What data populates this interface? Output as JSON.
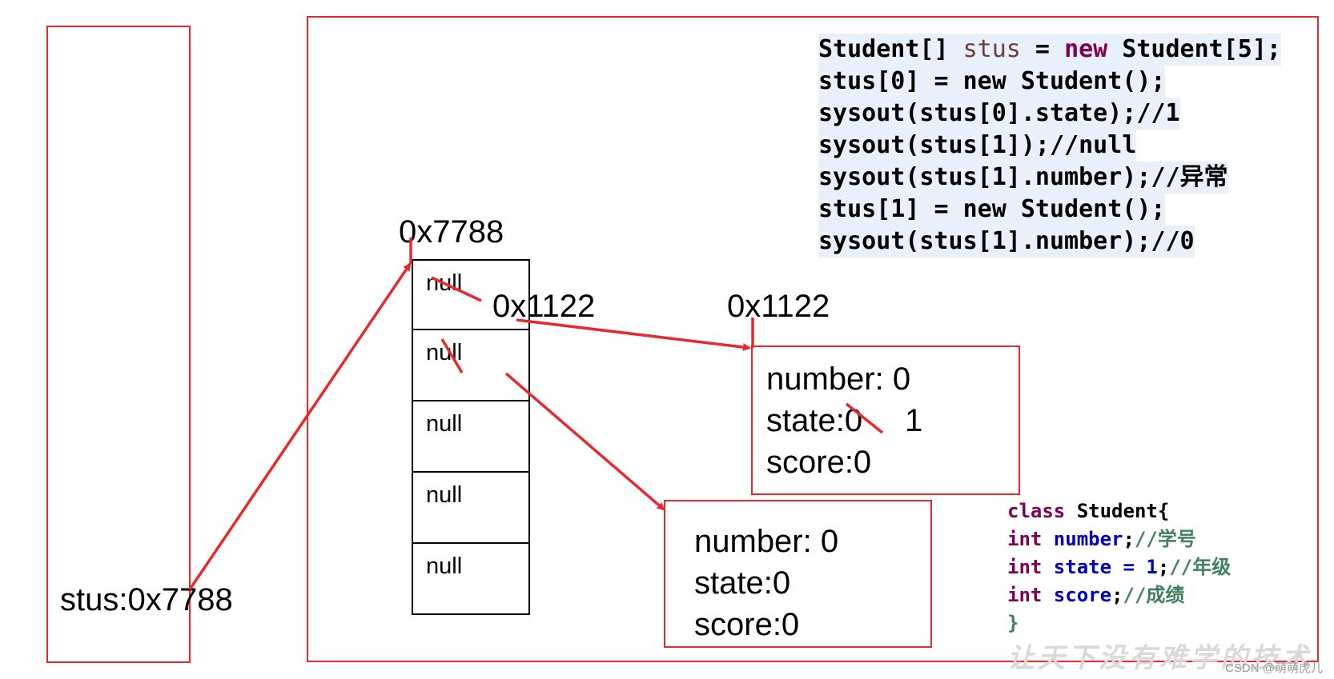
{
  "stack": {
    "variable_label": "stus:0x7788"
  },
  "array": {
    "address": "0x7788",
    "cells": [
      "null",
      "null",
      "null",
      "null",
      "null"
    ],
    "cell0_new_ref": "0x1122"
  },
  "object1": {
    "address": "0x1122",
    "number_line": "number: 0",
    "state_old": "state:0",
    "state_new": "1",
    "score_line": "score:0"
  },
  "object2": {
    "number_line": "number: 0",
    "state_line": "state:0",
    "score_line": "score:0"
  },
  "code": {
    "line1_a": "Student[] ",
    "line1_b": "stus",
    "line1_c": " = ",
    "line1_d": "new",
    "line1_e": " Student[5];",
    "line2": "stus[0] = new Student();",
    "line3": "sysout(stus[0].state);//1",
    "line4": "sysout(stus[1]);//null",
    "line5": "sysout(stus[1].number);//异常",
    "line6": "stus[1] = new Student();",
    "line7": "sysout(stus[1].number);//0"
  },
  "class_def": {
    "l1_kw": "class",
    "l1_rest": " Student{",
    "l2_type": "int",
    "l2_name": " number",
    "l2_semi": ";",
    "l2_comment": "//学号",
    "l3_type": "int",
    "l3_name": " state = 1",
    "l3_semi": ";",
    "l3_comment": "//年级",
    "l4_type": "int",
    "l4_name": " score",
    "l4_semi": ";",
    "l4_comment": "//成绩",
    "l5": "}"
  },
  "watermark": "让天下没有难学的技术",
  "credit": "CSDN @萌萌虎儿",
  "colors": {
    "red": "#e8282d",
    "keyword": "#7f0055",
    "field": "#0000c0",
    "comment": "#3f7f5f",
    "code_bg": "#e8f0fb"
  }
}
